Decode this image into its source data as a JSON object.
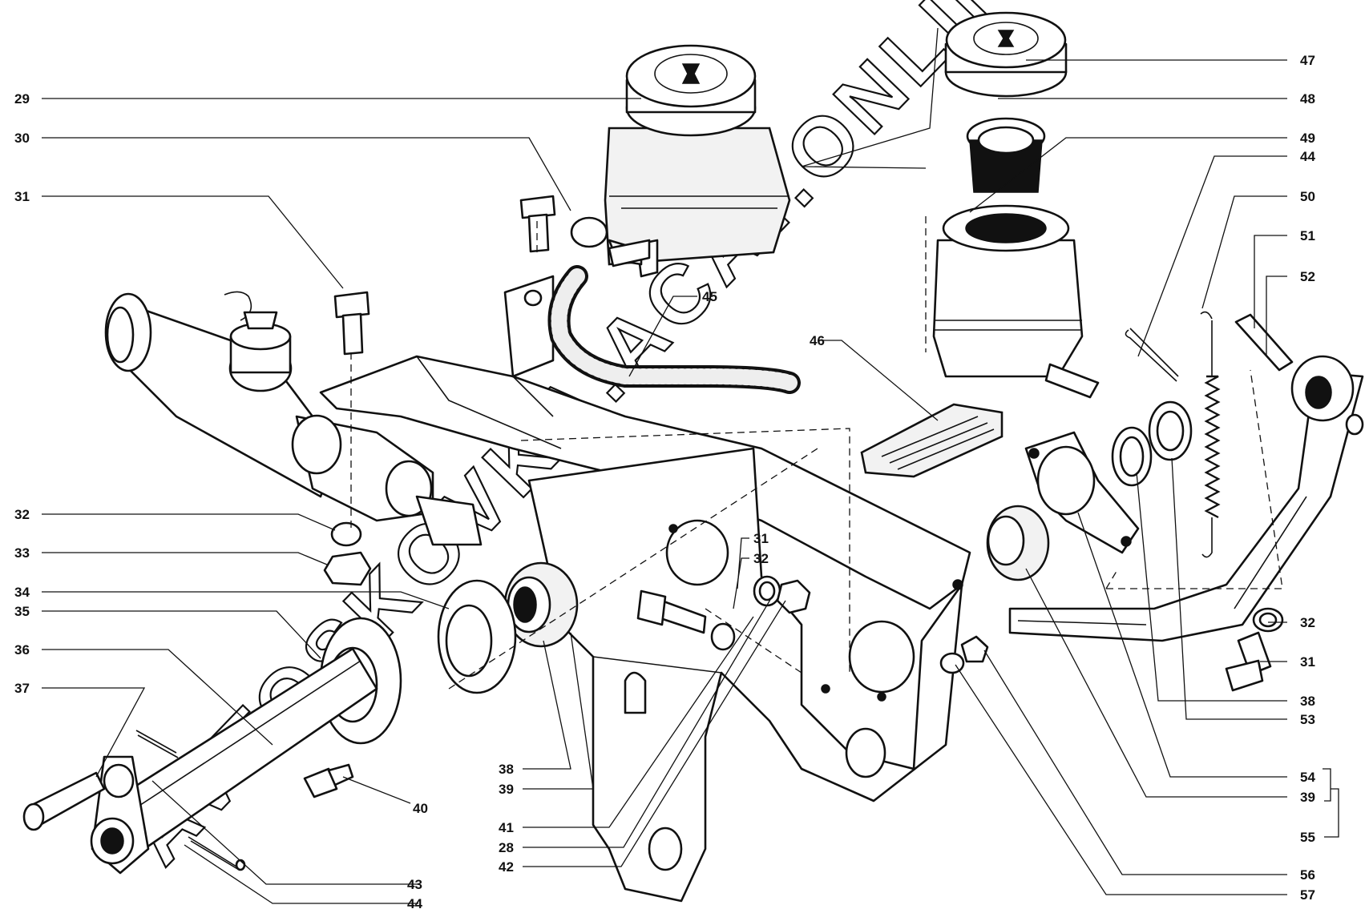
{
  "watermark": "AVTOSKOVKA.ACAT.ONLINE",
  "callouts": {
    "left": [
      "29",
      "30",
      "31",
      "32",
      "33",
      "34",
      "35",
      "36",
      "37"
    ],
    "right": [
      "47",
      "48",
      "49",
      "44",
      "50",
      "51",
      "52",
      "32",
      "31",
      "38",
      "53",
      "54",
      "39",
      "55",
      "56",
      "57"
    ],
    "bottom": [
      "38",
      "39",
      "41",
      "28",
      "42",
      "40",
      "43",
      "44"
    ],
    "middle": [
      "31",
      "32",
      "45",
      "46"
    ]
  }
}
